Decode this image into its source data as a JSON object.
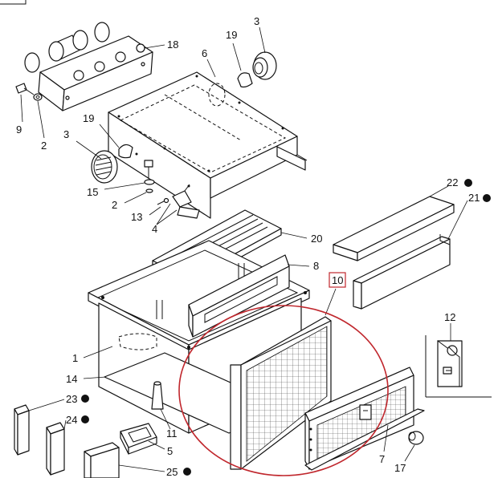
{
  "diagram": {
    "labels": {
      "p1": "1",
      "p2a": "2",
      "p2b": "2",
      "p3a": "3",
      "p3b": "3",
      "p4": "4",
      "p5": "5",
      "p6": "6",
      "p7": "7",
      "p8": "8",
      "p9": "9",
      "p10": "10",
      "p11": "11",
      "p12": "12",
      "p13": "13",
      "p14": "14",
      "p15": "15",
      "p17": "17",
      "p18": "18",
      "p19a": "19",
      "p19b": "19",
      "p20": "20",
      "p21": "21",
      "p22": "22",
      "p23": "23",
      "p24": "24",
      "p25": "25"
    },
    "marked_items": [
      "21",
      "22",
      "23",
      "24",
      "25"
    ],
    "boxed_item": "10",
    "highlight_color": "#c0272d",
    "line_color": "#111111"
  }
}
